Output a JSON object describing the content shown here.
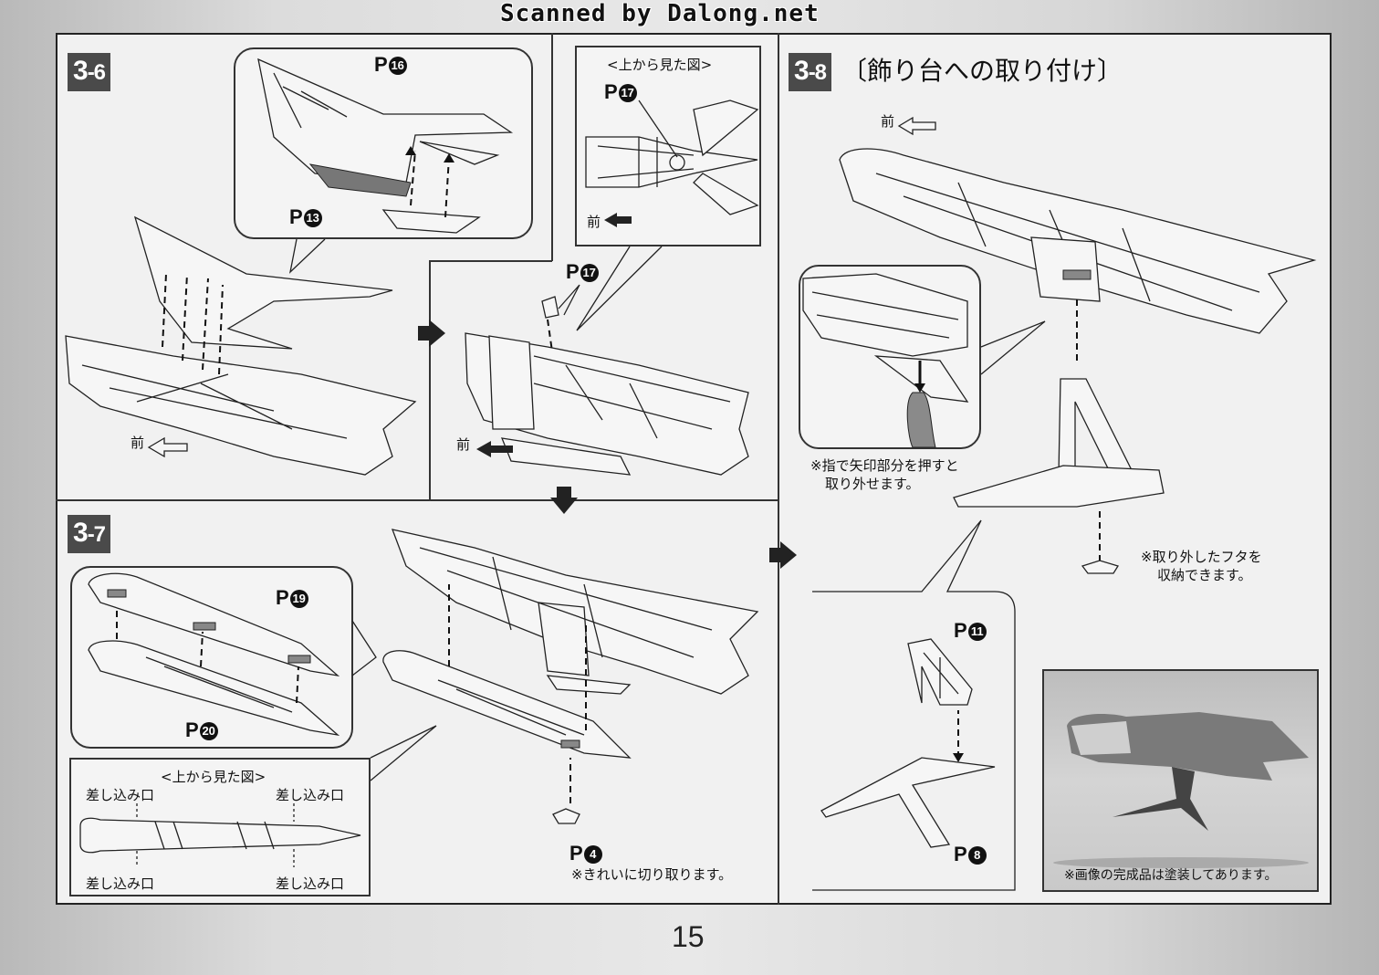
{
  "credit": "Scanned by Dalong.net",
  "page_number": "15",
  "step_3_6": {
    "badge_main": "3",
    "badge_sub": "-6",
    "parts": {
      "p16": "16",
      "p13": "13",
      "p17": "17"
    },
    "top_view_label": "<上から見た図>",
    "front_label": "前"
  },
  "step_3_7": {
    "badge_main": "3",
    "badge_sub": "-7",
    "parts": {
      "p19": "19",
      "p20": "20",
      "p4": "4"
    },
    "top_view_label": "<上から見た図>",
    "slot_label": "差し込み口",
    "cut_note": "※きれいに切り取ります。"
  },
  "step_3_8": {
    "badge_main": "3",
    "badge_sub": "-8",
    "title": "〔飾り台への取り付け〕",
    "front_label": "前",
    "parts": {
      "p11": "11",
      "p8": "8"
    },
    "remove_note_line1": "※指で矢印部分を押すと",
    "remove_note_line2": "取り外せます。",
    "store_note_line1": "※取り外したフタを",
    "store_note_line2": "収納できます。",
    "photo_caption": "※画像の完成品は塗装してあります。"
  },
  "part_prefix": "P"
}
